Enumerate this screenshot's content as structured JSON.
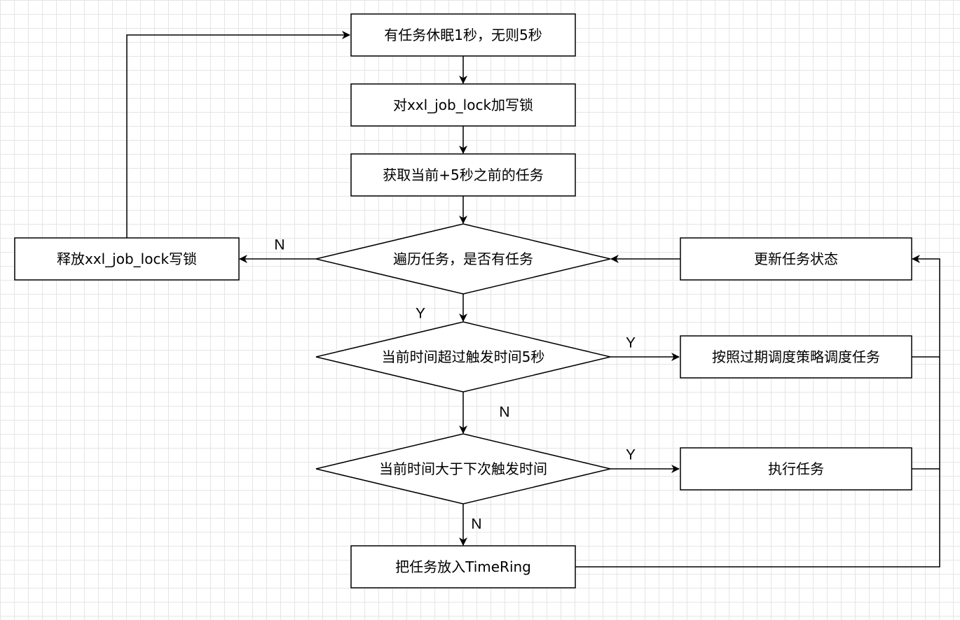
{
  "nodes": {
    "sleep": "有任务休眠1秒，无则5秒",
    "lock": "对xxl_job_lock加写锁",
    "fetch": "获取当前+5秒之前的任务",
    "iterate": "遍历任务，是否有任务",
    "release": "释放xxl_job_lock写锁",
    "update": "更新任务状态",
    "expired_check": "当前时间超过触发时间5秒",
    "expired_schedule": "按照过期调度策略调度任务",
    "next_check": "当前时间大于下次触发时间",
    "execute": "执行任务",
    "timering": "把任务放入TimeRing"
  },
  "edge_labels": {
    "iterate_no": "N",
    "iterate_yes": "Y",
    "expired_yes": "Y",
    "expired_no": "N",
    "next_yes": "Y",
    "next_no": "N"
  },
  "colors": {
    "stroke": "#000000",
    "fill": "#ffffff",
    "grid": "#e5e5e5"
  }
}
